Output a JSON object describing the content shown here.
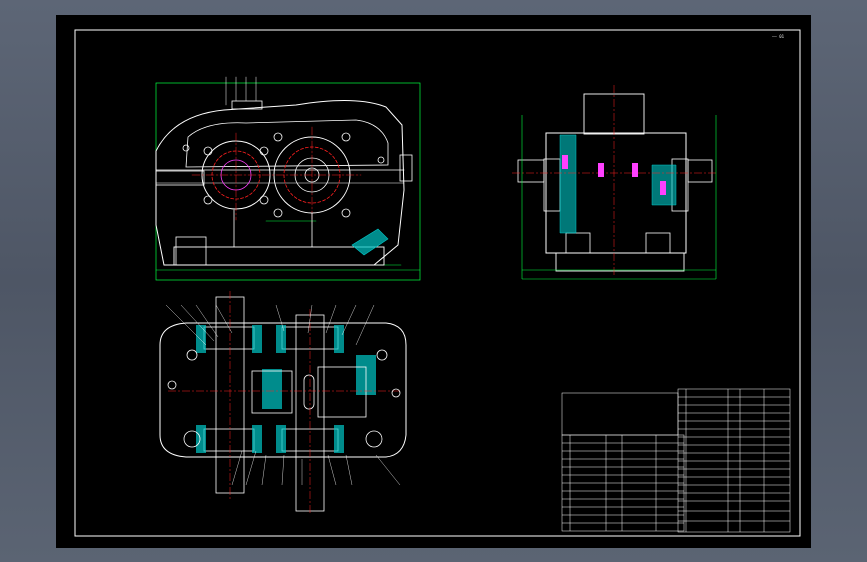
{
  "drawing": {
    "sheet_id": "—— 01",
    "views": [
      "front-view",
      "side-view",
      "top-section-view"
    ],
    "colors": {
      "background": "#000000",
      "frame": "#ffffff",
      "outline": "#ffffff",
      "centerline": "#ff2020",
      "dimension": "#00ff40",
      "section_hatch": "#00c8c8",
      "bolt": "#ff40ff",
      "window": "#5a6373"
    }
  },
  "title_block": {
    "rows": 18,
    "cols": 6
  }
}
